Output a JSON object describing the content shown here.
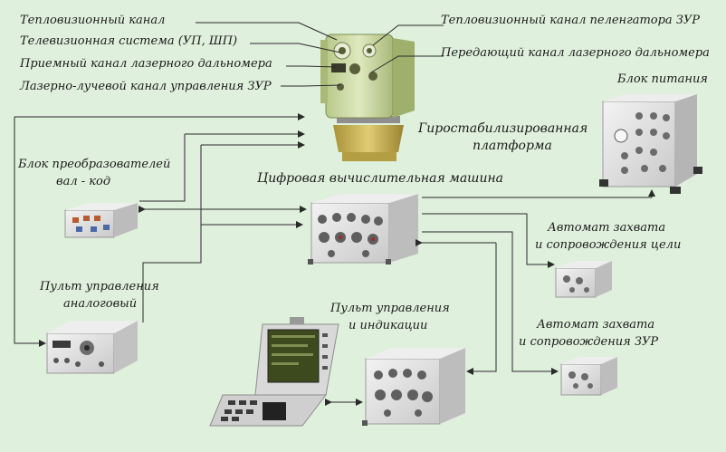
{
  "labels": {
    "thermal_channel": "Тепловизионный канал",
    "tv_system": "Телевизионная система (УП, ШП)",
    "laser_rx": "Приемный канал лазерного дальномера",
    "laser_beam": "Лазерно-лучевой канал управления ЗУР",
    "thermal_bearing": "Тепловизионный канал пеленгатора ЗУР",
    "laser_tx": "Передающий канал лазерного дальномера",
    "power_unit": "Блок питания",
    "gyro_line1": "Гиростабилизированная",
    "gyro_line2": "платформа",
    "converter_line1": "Блок преобразователей",
    "converter_line2": "вал - код",
    "computer": "Цифровая вычислительная машина",
    "auto_target_line1": "Автомат захвата",
    "auto_target_line2": "и сопровождения цели",
    "analog_panel_line1": "Пульт управления",
    "analog_panel_line2": "аналоговый",
    "control_panel_line1": "Пульт управления",
    "control_panel_line2": "и индикации",
    "auto_sam_line1": "Автомат захвата",
    "auto_sam_line2": "и сопровождения ЗУР"
  },
  "colors": {
    "background": "#dff0dc",
    "line": "#2a2a2a",
    "device_body": "#e6e6e6",
    "device_shadow": "#b9b9b9",
    "optics_head": "#cdd9a8",
    "optics_base": "#c8b65a",
    "screen": "#3d4a1e"
  }
}
